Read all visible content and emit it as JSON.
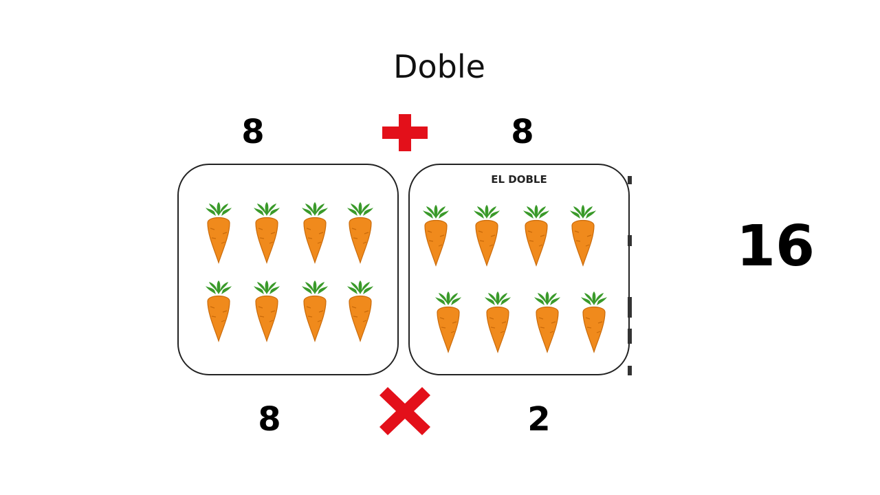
{
  "slide": {
    "title": "Doble",
    "addition": {
      "left": "8",
      "right": "8",
      "operator_icon": "plus-icon",
      "operator_color": "#e3101a"
    },
    "multiplication": {
      "left": "8",
      "right": "2",
      "operator_icon": "times-icon",
      "operator_color": "#e3101a"
    },
    "result": "16",
    "boxes": [
      {
        "label": "",
        "carrot_count": 8
      },
      {
        "label": "EL DOBLE",
        "carrot_count": 8
      }
    ],
    "colors": {
      "carrot": "#f08a1c",
      "carrot_dark": "#c96a0a",
      "leaves": "#3a9a2a"
    }
  }
}
